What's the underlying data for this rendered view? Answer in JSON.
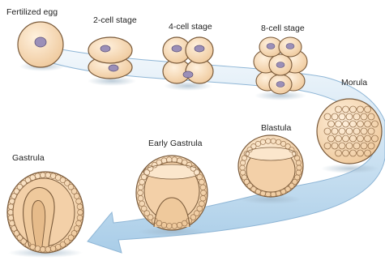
{
  "diagram": {
    "stages": [
      {
        "key": "fertilized_egg",
        "label": "Fertilized egg"
      },
      {
        "key": "two_cell",
        "label": "2-cell stage"
      },
      {
        "key": "four_cell",
        "label": "4-cell stage"
      },
      {
        "key": "eight_cell",
        "label": "8-cell stage"
      },
      {
        "key": "morula",
        "label": "Morula"
      },
      {
        "key": "blastula",
        "label": "Blastula"
      },
      {
        "key": "early_gastrula",
        "label": "Early Gastrula"
      },
      {
        "key": "gastrula",
        "label": "Gastrula"
      }
    ],
    "colors": {
      "cell_fill": "#f6d9b4",
      "cell_stroke": "#7a5a3a",
      "nucleus": "#9b8fb8",
      "arrow_light": "#eef5fb",
      "arrow_dark": "#a9cde8"
    }
  }
}
